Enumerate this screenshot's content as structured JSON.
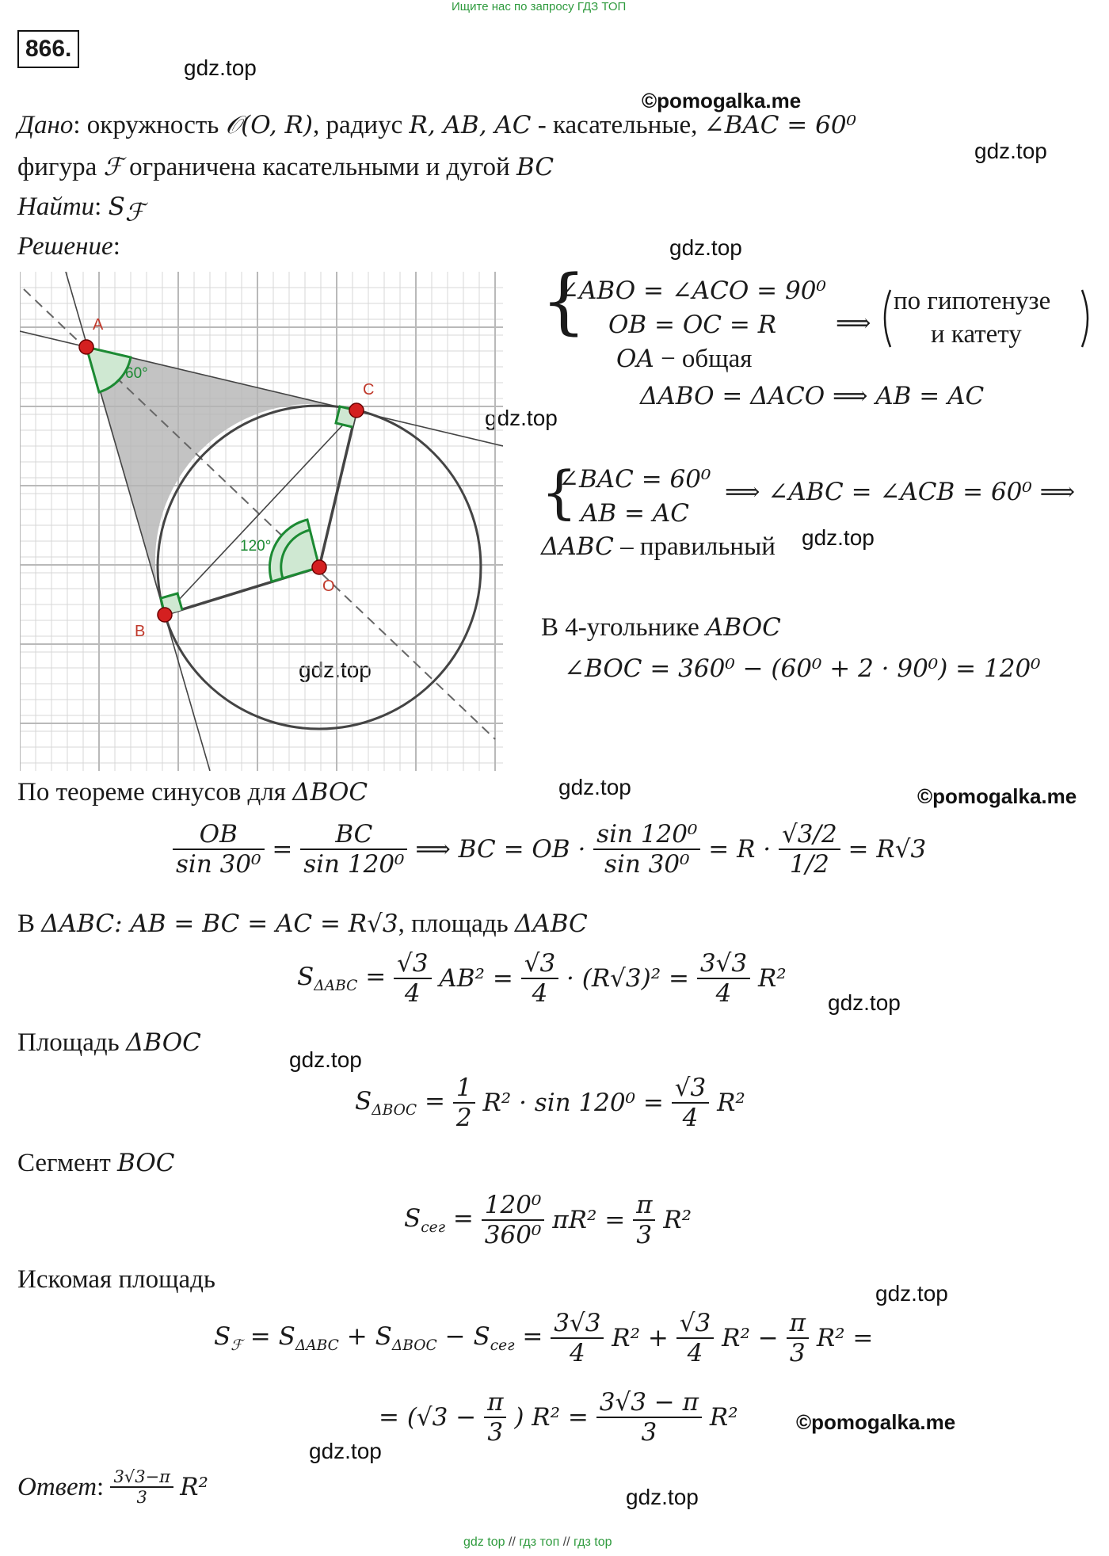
{
  "header": {
    "banner": "Ищите нас по запросу ГДЗ ТОП"
  },
  "problem": {
    "number": "866."
  },
  "watermarks": {
    "gdz": "gdz.top",
    "pomogalka": "©pomogalka.me"
  },
  "given": {
    "label": "Дано",
    "line1_text": ": окружность ",
    "line1_math1": "𝒪(O, R)",
    "line1_text2": ", радиус ",
    "line1_math2": "R,  AB, AC",
    "line1_text3": " - касательные, ",
    "line1_math3": "∠BAC = 60⁰",
    "line2_text": "фигура ",
    "line2_math1": "ℱ",
    "line2_text2": " ограничена касательными и дугой ",
    "line2_math2": "BC"
  },
  "find": {
    "label": "Найти",
    "value": "S",
    "sub": "ℱ"
  },
  "solution_label": "Решение",
  "figure": {
    "labels": {
      "A": "A",
      "B": "B",
      "C": "C",
      "O": "O"
    },
    "angle_A": "60°",
    "angle_O": "120°"
  },
  "system1": {
    "line1": "∠ABO = ∠ACO = 90⁰",
    "line2": "OB = OC = R",
    "line3_math": "OA",
    "line3_text": " − общая",
    "arrow": "⟹",
    "paren_line1": "по гипотенузе",
    "paren_line2": "и катету",
    "result": "ΔABO = ΔACO ⟹ AB = AC"
  },
  "system2": {
    "line1": "∠BAC = 60⁰",
    "line2": "AB = AC",
    "implication": "⟹ ∠ABC = ∠ACB = 60⁰ ⟹",
    "result_math": "ΔABC",
    "result_text": " – правильный"
  },
  "quad": {
    "text": "В 4-угольнике ",
    "math": "ABOC",
    "angle": "∠BOC = 360⁰ − (60⁰ + 2 · 90⁰) = 120⁰"
  },
  "sines": {
    "text": "По теореме синусов для ",
    "math": "ΔBOC",
    "f1_num": "OB",
    "f1_den": "sin 30⁰",
    "eq": "=",
    "f2_num": "BC",
    "f2_den": "sin 120⁰",
    "implies": "⟹  BC = OB ·",
    "f3_num": "sin 120⁰",
    "f3_den": "sin 30⁰",
    "eq_r": "= R ·",
    "f4_num": "√3/2",
    "f4_den": "1/2",
    "end": "= R√3"
  },
  "abc": {
    "line_text1": "В ",
    "line_math1": "ΔABC: AB = BC = AC = R√3",
    "line_text2": ", площадь ",
    "line_math2": "ΔABC",
    "lhs": "S",
    "lhs_sub": "ΔABC",
    "f1_num": "√3",
    "f1_den": "4",
    "mid1": "AB² =",
    "f2_num": "√3",
    "f2_den": "4",
    "mid2": "· (R√3)² =",
    "f3_num": "3√3",
    "f3_den": "4",
    "end": "R²"
  },
  "boc": {
    "text": "Площадь ",
    "math": "ΔBOC",
    "lhs": "S",
    "lhs_sub": "ΔBOC",
    "f1_num": "1",
    "f1_den": "2",
    "mid": "R² · sin 120⁰ =",
    "f2_num": "√3",
    "f2_den": "4",
    "end": "R²"
  },
  "segment": {
    "text": "Сегмент ",
    "math": "BOC",
    "lhs": "S",
    "lhs_sub": "сег",
    "f1_num": "120⁰",
    "f1_den": "360⁰",
    "mid": "πR² =",
    "f2_num": "π",
    "f2_den": "3",
    "end": "R²"
  },
  "total": {
    "text": "Искомая площадь",
    "line1_lhs": "S",
    "line1_lhs_sub": "ℱ",
    "line1_mid": "= S",
    "line1_sub1": "ΔABC",
    "line1_plus": "+ S",
    "line1_sub2": "ΔBOC",
    "line1_minus": "− S",
    "line1_sub3": "сег",
    "line1_eq": "=",
    "f1_num": "3√3",
    "f1_den": "4",
    "t1": "R² +",
    "f2_num": "√3",
    "f2_den": "4",
    "t2": "R² −",
    "f3_num": "π",
    "f3_den": "3",
    "t3": "R² =",
    "line2_start": "= (√3 −",
    "f4_num": "π",
    "f4_den": "3",
    "line2_mid": ") R² =",
    "f5_num": "3√3 − π",
    "f5_den": "3",
    "line2_end": "R²"
  },
  "answer": {
    "label": "Ответ",
    "f_num": "3√3−π",
    "f_den": "3",
    "end": "R²"
  },
  "footer": {
    "link1": "gdz top",
    "sep": "//",
    "link2": "гдз топ",
    "link3": "гдз top"
  }
}
